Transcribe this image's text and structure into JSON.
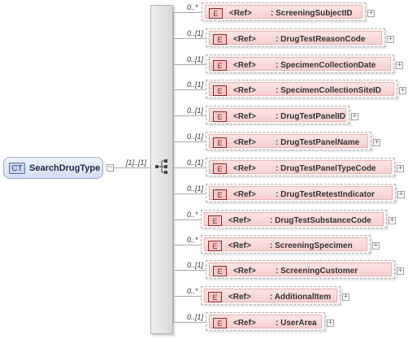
{
  "complex_type": {
    "tag": "CT",
    "name": "SearchDrugType",
    "multiplicity": "[1]..[1]",
    "expander": "−"
  },
  "sequence": {
    "icon": "sequence-icon"
  },
  "children": [
    {
      "tag": "E",
      "ref": "<Ref>",
      "name": ": ScreeningSubjectID",
      "multiplicity": "0..*",
      "optional": true
    },
    {
      "tag": "E",
      "ref": "<Ref>",
      "name": ": DrugTestReasonCode",
      "multiplicity": "0..[1]",
      "optional": true
    },
    {
      "tag": "E",
      "ref": "<Ref>",
      "name": ": SpecimenCollectionDate",
      "multiplicity": "0..[1]",
      "optional": true
    },
    {
      "tag": "E",
      "ref": "<Ref>",
      "name": ": SpecimenCollectionSiteID",
      "multiplicity": "0..[1]",
      "optional": true
    },
    {
      "tag": "E",
      "ref": "<Ref>",
      "name": ": DrugTestPanelID",
      "multiplicity": "0..[1]",
      "optional": true
    },
    {
      "tag": "E",
      "ref": "<Ref>",
      "name": ": DrugTestPanelName",
      "multiplicity": "0..[1]",
      "optional": true
    },
    {
      "tag": "E",
      "ref": "<Ref>",
      "name": ": DrugTestPanelTypeCode",
      "multiplicity": "0..[1]",
      "optional": true
    },
    {
      "tag": "E",
      "ref": "<Ref>",
      "name": ": DrugTestRetestIndicator",
      "multiplicity": "0..[1]",
      "optional": true
    },
    {
      "tag": "E",
      "ref": "<Ref>",
      "name": ": DrugTestSubstanceCode",
      "multiplicity": "0..*",
      "optional": true
    },
    {
      "tag": "E",
      "ref": "<Ref>",
      "name": ": ScreeningSpecimen",
      "multiplicity": "0..*",
      "optional": true
    },
    {
      "tag": "E",
      "ref": "<Ref>",
      "name": ": ScreeningCustomer",
      "multiplicity": "0..[1]",
      "optional": true
    },
    {
      "tag": "E",
      "ref": "<Ref>",
      "name": ": AdditionalItem",
      "multiplicity": "0..*",
      "optional": true
    },
    {
      "tag": "E",
      "ref": "<Ref>",
      "name": ": UserArea",
      "multiplicity": "0..[1]",
      "optional": true
    }
  ],
  "expander_symbol": "+"
}
